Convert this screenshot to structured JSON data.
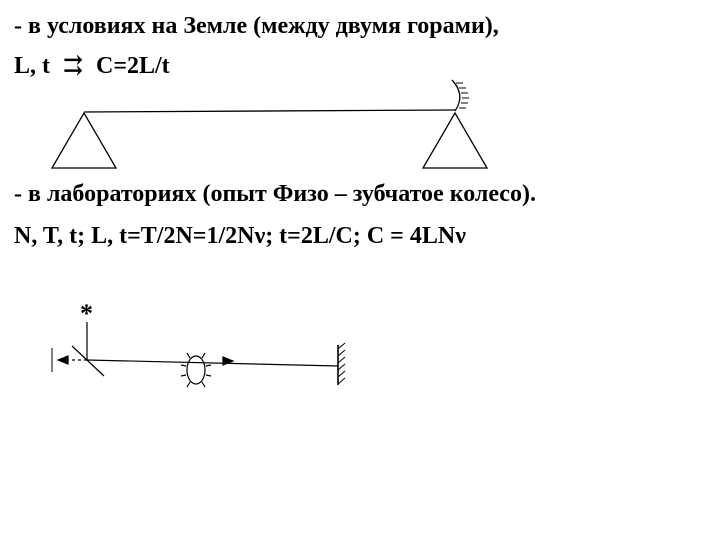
{
  "text": {
    "line1": "- в условиях на Земле (между двумя горами),",
    "line2_left": "L, t",
    "line2_arrow": "⇉",
    "line2_right": "C=2L/t",
    "line3": "-  в лабораториях (опыт Физо – зубчатое колесо).",
    "line4": "N,  T,  t;  L,  t=T/2N=1/2Nν;   t=2L/C;  C = 4LNν"
  },
  "diagram2": {
    "star_label": "*"
  }
}
